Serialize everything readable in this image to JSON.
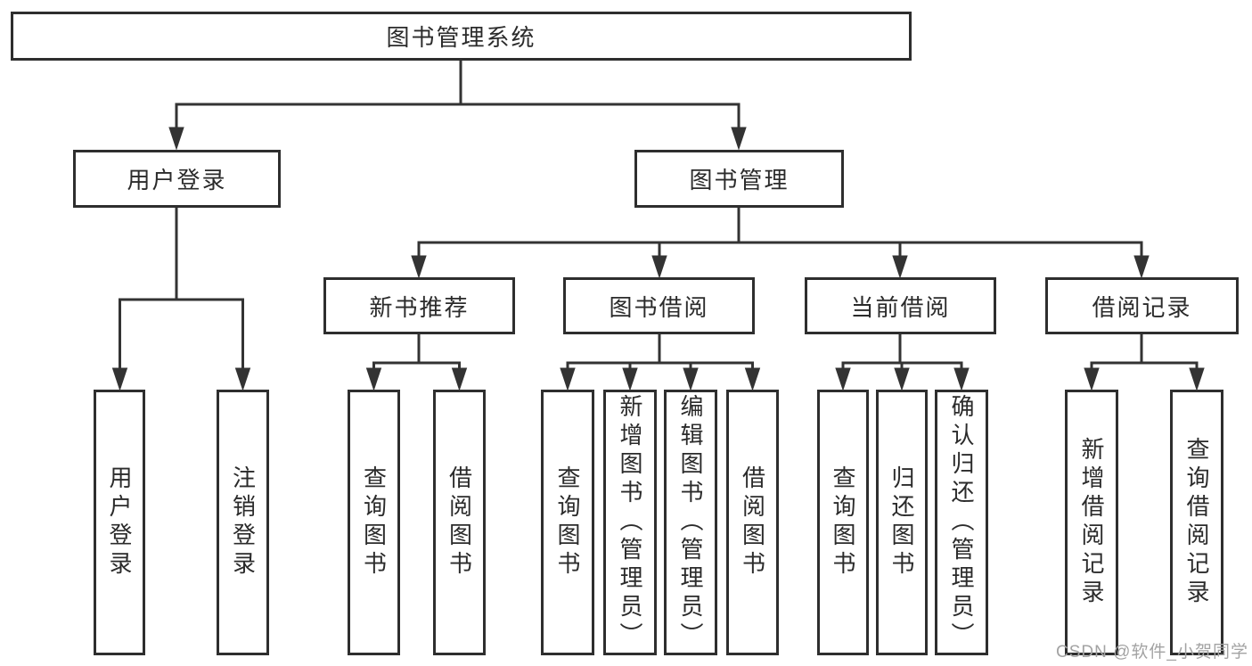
{
  "colors": {
    "line": "#333333",
    "border": "#2e2e2e",
    "text": "#2b2b2b",
    "background": "#ffffff",
    "watermark": "#a3a3a3"
  },
  "tree": {
    "root": {
      "label": "图书管理系统"
    },
    "branches": [
      {
        "label": "用户登录",
        "children": [
          {
            "label": "用户登录"
          },
          {
            "label": "注销登录"
          }
        ]
      },
      {
        "label": "图书管理",
        "groups": [
          {
            "label": "新书推荐",
            "children": [
              {
                "label": "查询图书"
              },
              {
                "label": "借阅图书"
              }
            ]
          },
          {
            "label": "图书借阅",
            "children": [
              {
                "label": "查询图书"
              },
              {
                "label": "新增图书（管理员）"
              },
              {
                "label": "编辑图书（管理员）"
              },
              {
                "label": "借阅图书"
              }
            ]
          },
          {
            "label": "当前借阅",
            "children": [
              {
                "label": "查询图书"
              },
              {
                "label": "归还图书"
              },
              {
                "label": "确认归还（管理员）"
              }
            ]
          },
          {
            "label": "借阅记录",
            "children": [
              {
                "label": "新增借阅记录"
              },
              {
                "label": "查询借阅记录"
              }
            ]
          }
        ]
      }
    ]
  },
  "watermark": {
    "text": "CSDN @软件_小贺同学"
  }
}
